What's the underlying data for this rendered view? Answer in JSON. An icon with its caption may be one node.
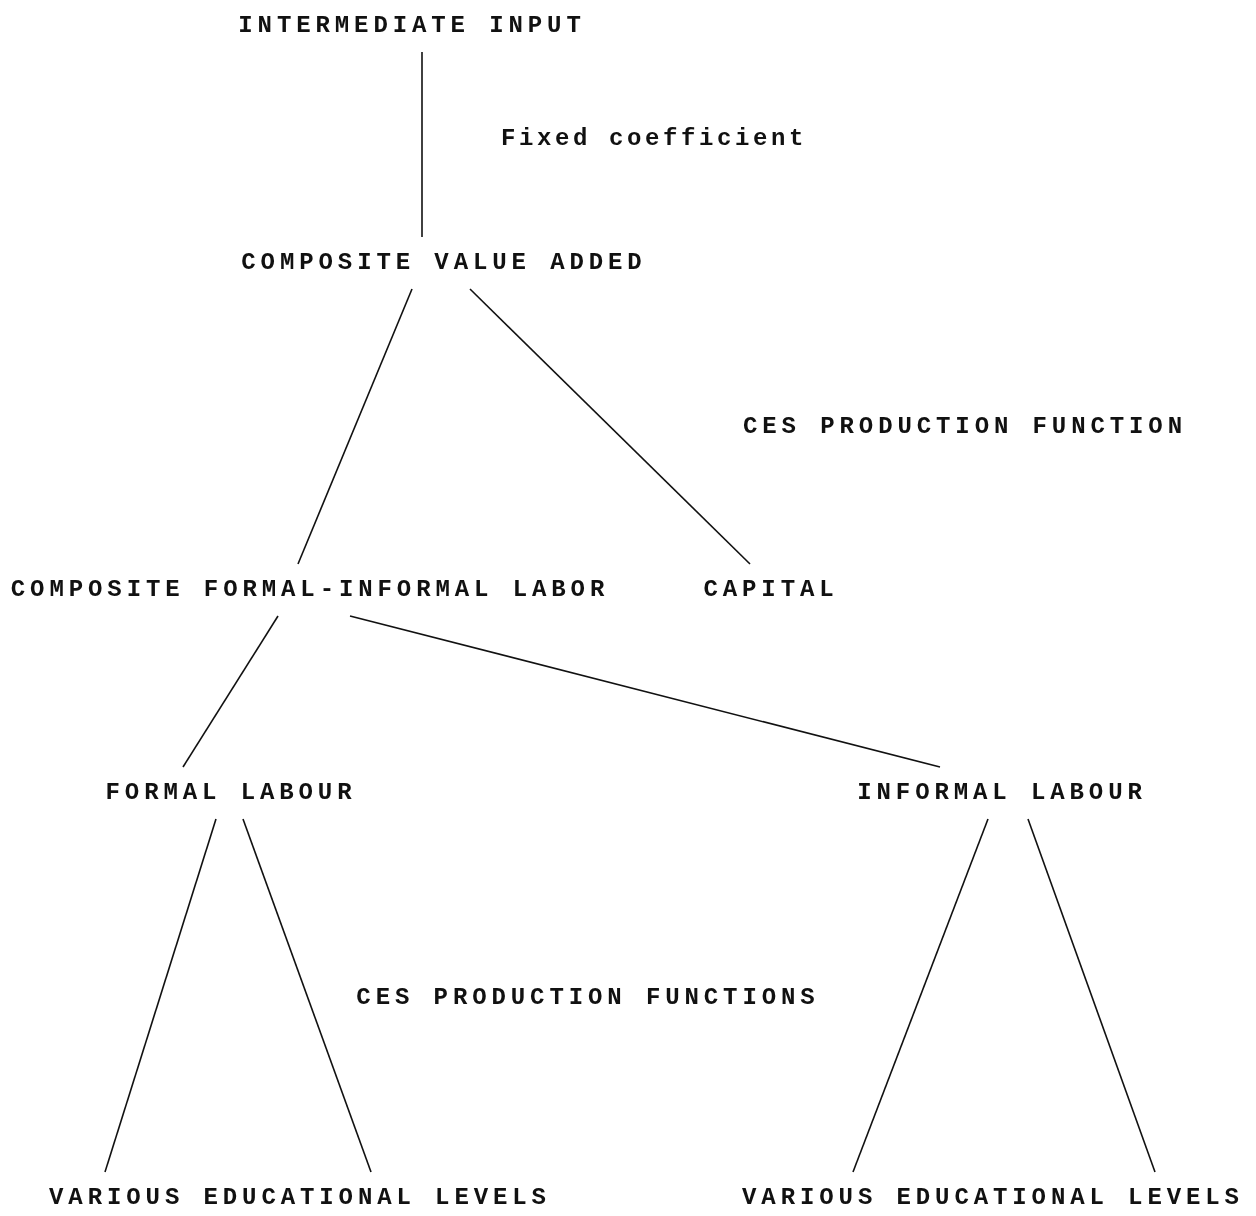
{
  "diagram": {
    "nodes": [
      {
        "text": [
          "INTERMEDIATE INPUT"
        ]
      },
      {
        "text": [
          "COMPOSITE VALUE ADDED"
        ]
      },
      {
        "text": [
          "COMPOSITE FORMAL-INFORMAL LABOR"
        ]
      },
      {
        "text": [
          "CAPITAL"
        ]
      },
      {
        "text": [
          "FORMAL LABOUR"
        ]
      },
      {
        "text": [
          "INFORMAL LABOUR"
        ]
      },
      {
        "text": [
          "VARIOUS EDUCATIONAL LEVELS"
        ]
      },
      {
        "text": [
          "VARIOUS EDUCATIONAL LEVELS"
        ]
      }
    ],
    "edges": [
      {
        "from": 0,
        "to": 1,
        "arrow": "none"
      },
      {
        "from": 1,
        "to": 2,
        "arrow": "none"
      },
      {
        "from": 1,
        "to": 3,
        "arrow": "none"
      },
      {
        "from": 2,
        "to": 4,
        "arrow": "none"
      },
      {
        "from": 2,
        "to": 5,
        "arrow": "none"
      },
      {
        "from": 4,
        "to": 6,
        "arrow": "none"
      },
      {
        "from": 4,
        "to": 6,
        "arrow": "none"
      },
      {
        "from": 5,
        "to": 7,
        "arrow": "none"
      },
      {
        "from": 5,
        "to": 7,
        "arrow": "none"
      }
    ],
    "labels": [
      "Fixed coefficient",
      "CES PRODUCTION FUNCTION",
      "CES PRODUCTION FUNCTIONS"
    ]
  }
}
